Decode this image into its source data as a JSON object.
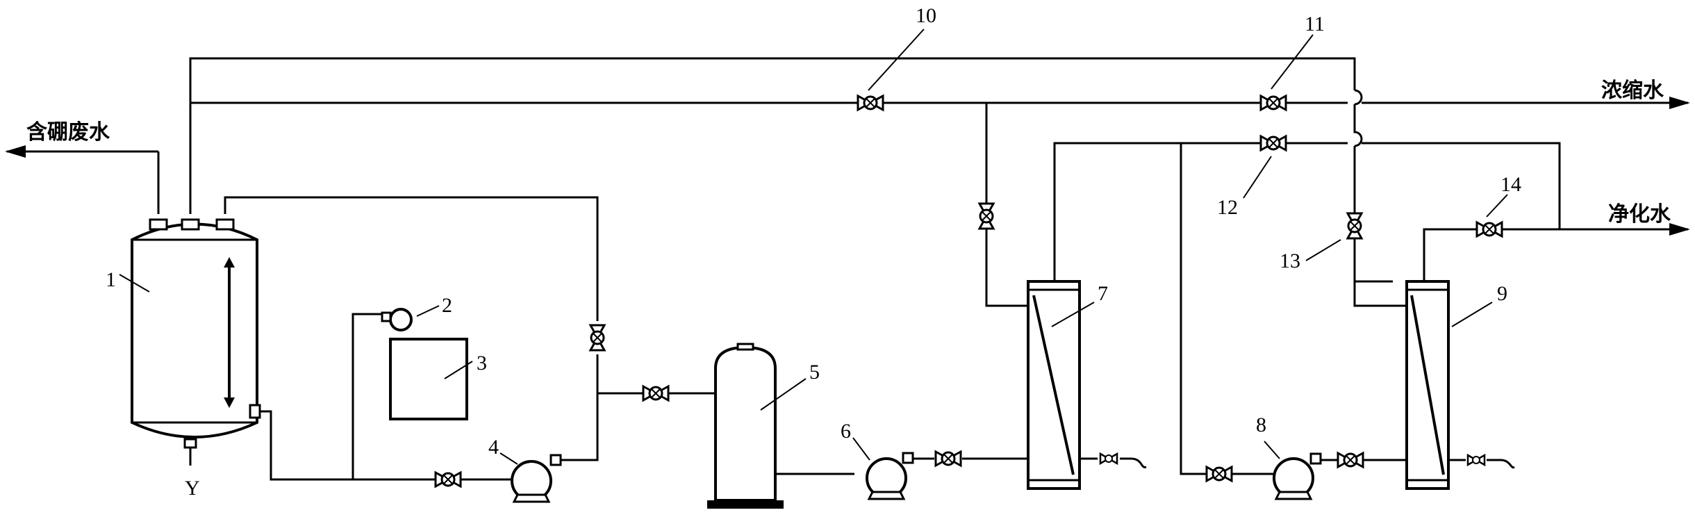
{
  "labels": {
    "inlet": "含硼废水",
    "concentrate": "浓缩水",
    "purified": "净化水"
  },
  "component_numbers": {
    "n1": "1",
    "n2": "2",
    "n3": "3",
    "n4": "4",
    "n5": "5",
    "n6": "6",
    "n7": "7",
    "n8": "8",
    "n9": "9",
    "n10": "10",
    "n11": "11",
    "n12": "12",
    "n13": "13",
    "n14": "14"
  },
  "drain_symbol": "Y"
}
